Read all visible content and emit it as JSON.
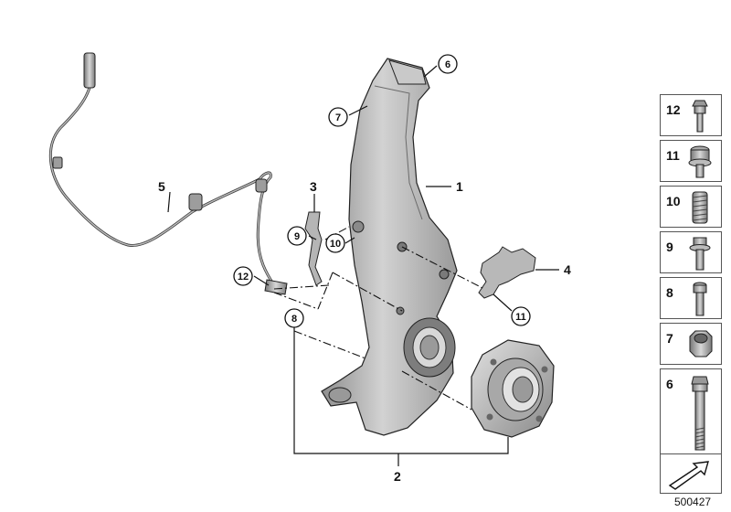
{
  "callouts": {
    "part1": "1",
    "part2": "2",
    "part3": "3",
    "part4": "4",
    "part5": "5",
    "part6": "6",
    "part7": "7",
    "part8": "8",
    "part9": "9",
    "part10": "10",
    "part11": "11",
    "part12": "12"
  },
  "legend": {
    "items": [
      "12",
      "11",
      "10",
      "9",
      "8",
      "7",
      "6"
    ]
  },
  "reference_number": "500427",
  "colors": {
    "line": "#111111",
    "part_fill": "#b9b9b9",
    "part_dark": "#7d7d7d"
  }
}
